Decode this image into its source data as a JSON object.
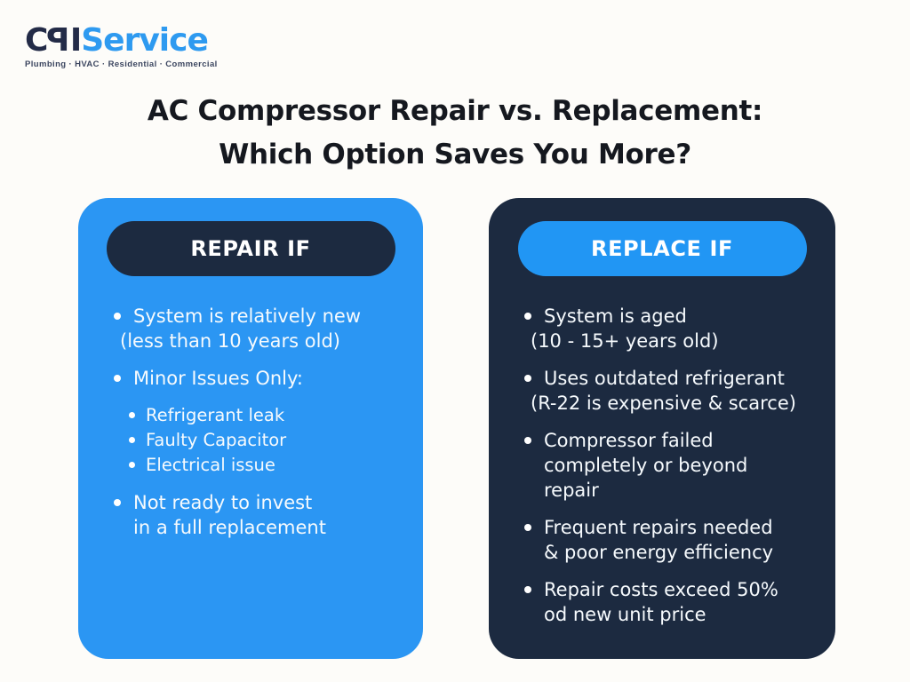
{
  "logo": {
    "letters": [
      "C",
      "P",
      "I"
    ],
    "brand_second": "Service",
    "tagline": "Plumbing · HVAC · Residential · Commercial"
  },
  "title": {
    "line1": "AC Compressor Repair vs. Replacement:",
    "line2": "Which Option Saves You More?"
  },
  "colors": {
    "card_blue": "#2b96f3",
    "card_navy": "#1c2a40",
    "logo_navy": "#232b47",
    "logo_blue": "#2e9af0",
    "title_dark": "#15181f",
    "page_bg": "#fdfcf9",
    "text_white": "#f6fafd"
  },
  "cards": [
    {
      "id": "repair-card",
      "header": "REPAIR IF",
      "items": [
        {
          "level": 1,
          "hang": "outdent",
          "lines": [
            "System is relatively new",
            "(less than 10 years old)"
          ]
        },
        {
          "level": 1,
          "hang": "indent",
          "lines": [
            "Minor Issues Only:"
          ]
        },
        {
          "level": 2,
          "hang": "indent",
          "lines": [
            "Refrigerant leak"
          ]
        },
        {
          "level": 2,
          "hang": "indent",
          "lines": [
            "Faulty Capacitor"
          ]
        },
        {
          "level": 2,
          "hang": "indent",
          "lines": [
            "Electrical issue"
          ],
          "endgroup": true
        },
        {
          "level": 1,
          "hang": "indent",
          "lines": [
            "Not ready to invest",
            "in a full replacement"
          ]
        }
      ]
    },
    {
      "id": "replace-card",
      "header": "REPLACE IF",
      "items": [
        {
          "level": 1,
          "hang": "outdent",
          "lines": [
            "System is aged",
            "(10 - 15+ years old)"
          ]
        },
        {
          "level": 1,
          "hang": "outdent",
          "lines": [
            "Uses outdated refrigerant",
            "(R-22 is expensive & scarce)"
          ]
        },
        {
          "level": 1,
          "hang": "indent",
          "lines": [
            "Compressor failed",
            "completely or beyond",
            "repair"
          ]
        },
        {
          "level": 1,
          "hang": "indent",
          "lines": [
            "Frequent repairs needed",
            "& poor energy efficiency"
          ]
        },
        {
          "level": 1,
          "hang": "indent",
          "lines": [
            "Repair costs exceed 50%",
            "od new unit price"
          ]
        }
      ]
    }
  ]
}
